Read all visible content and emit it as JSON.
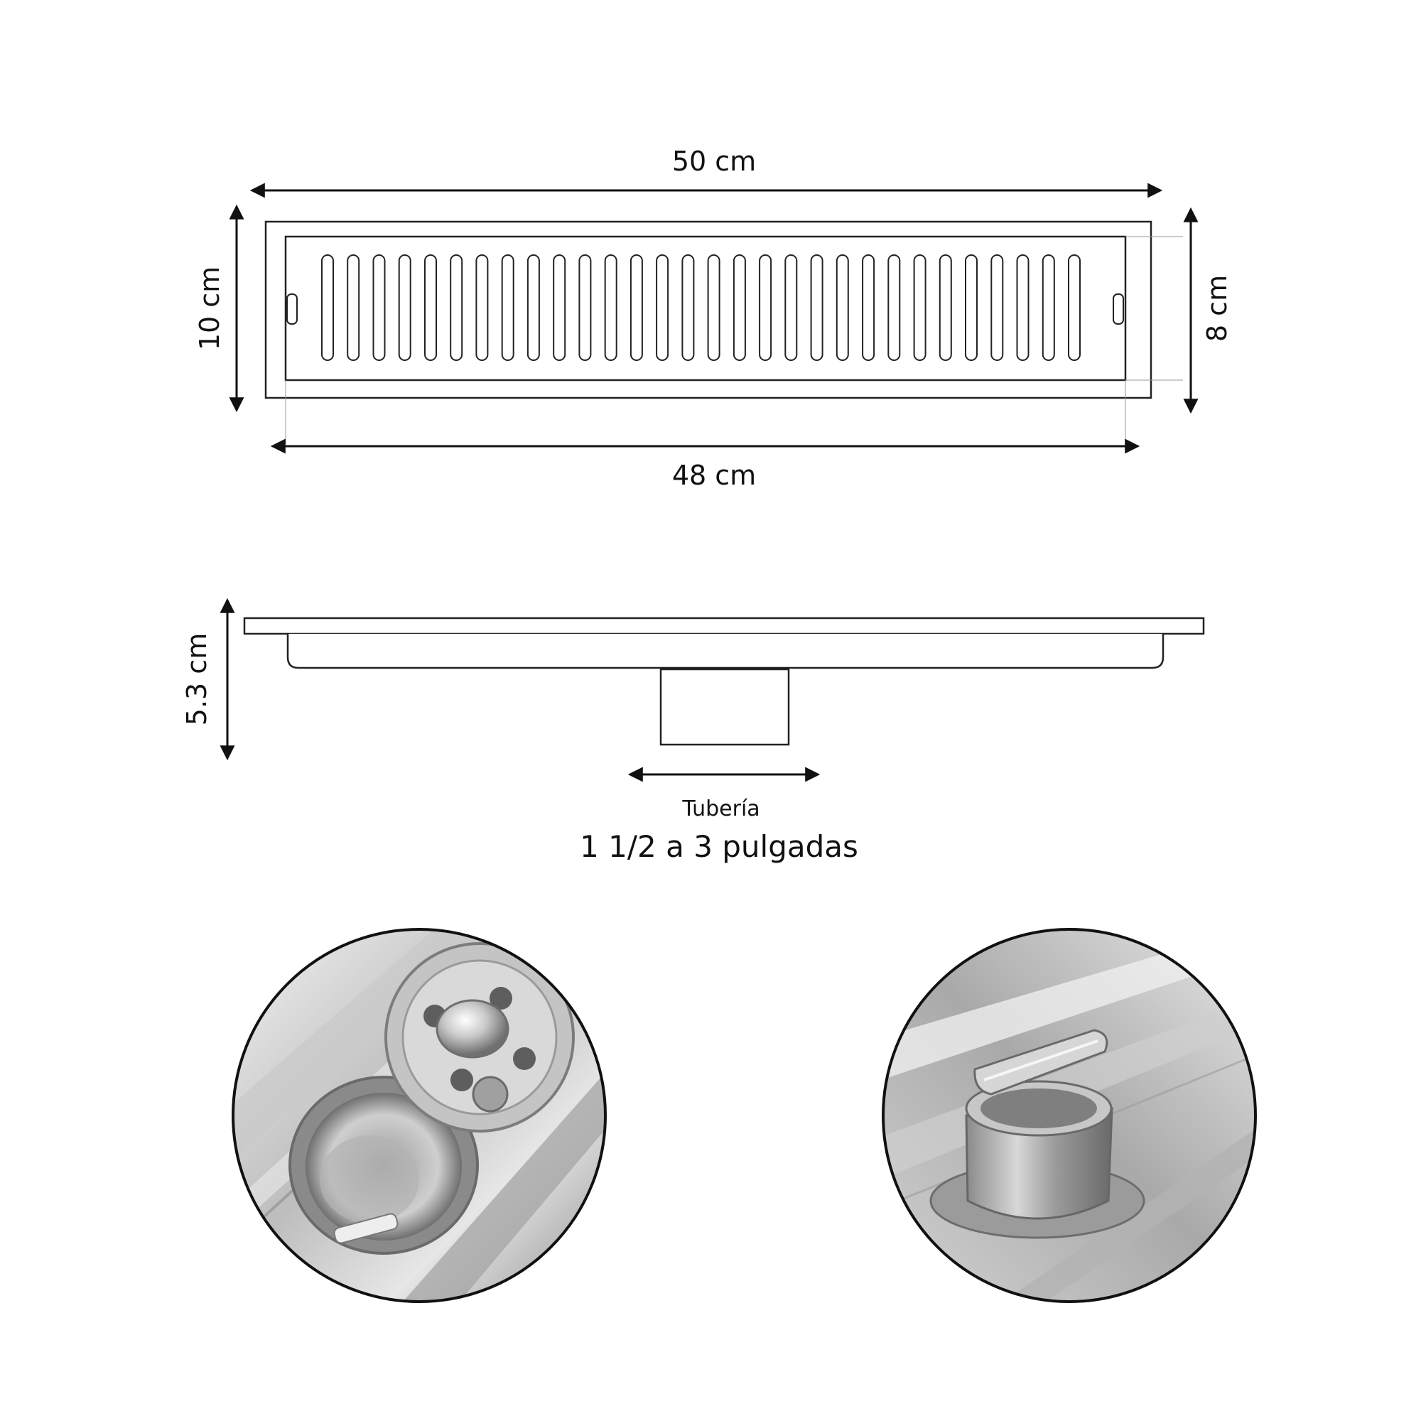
{
  "top_view": {
    "width_outer": "50 cm",
    "width_inner": "48 cm",
    "height_outer": "10 cm",
    "height_inner": "8 cm",
    "slot_count": 30
  },
  "side_view": {
    "depth": "5.3 cm",
    "pipe_label": "Tubería",
    "pipe_size": "1 1/2 a 3 pulgadas"
  },
  "detail_photos": [
    {
      "name": "strainer-plug-closeup"
    },
    {
      "name": "trap-flap-closeup"
    }
  ],
  "colors": {
    "line": "#222222",
    "steel_light": "#d9d9d9",
    "steel_dark": "#7a7a7a"
  }
}
